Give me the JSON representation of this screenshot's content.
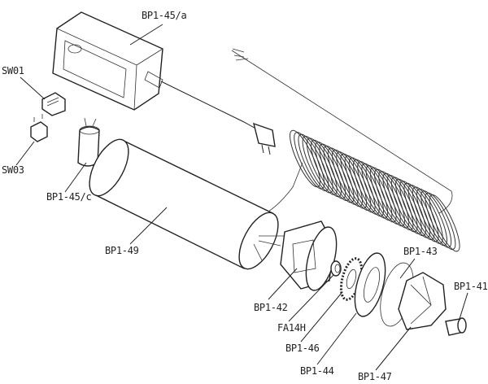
{
  "diagram": {
    "type": "exploded-parts-view",
    "labels": {
      "control_box": "BP1-45/a",
      "switch_1": "SW01",
      "switch_3": "SW03",
      "capacitor": "BP1-45/c",
      "motor": "BP1-49",
      "pump_housing": "BP1-42",
      "bearing": "FA14H",
      "impeller": "BP1-46",
      "diffuser_plate": "BP1-44",
      "gasket": "BP1-43",
      "pump_cover": "BP1-47",
      "outlet_fitting": "BP1-41"
    },
    "colors": {
      "line": "#222222",
      "background": "#ffffff"
    }
  }
}
